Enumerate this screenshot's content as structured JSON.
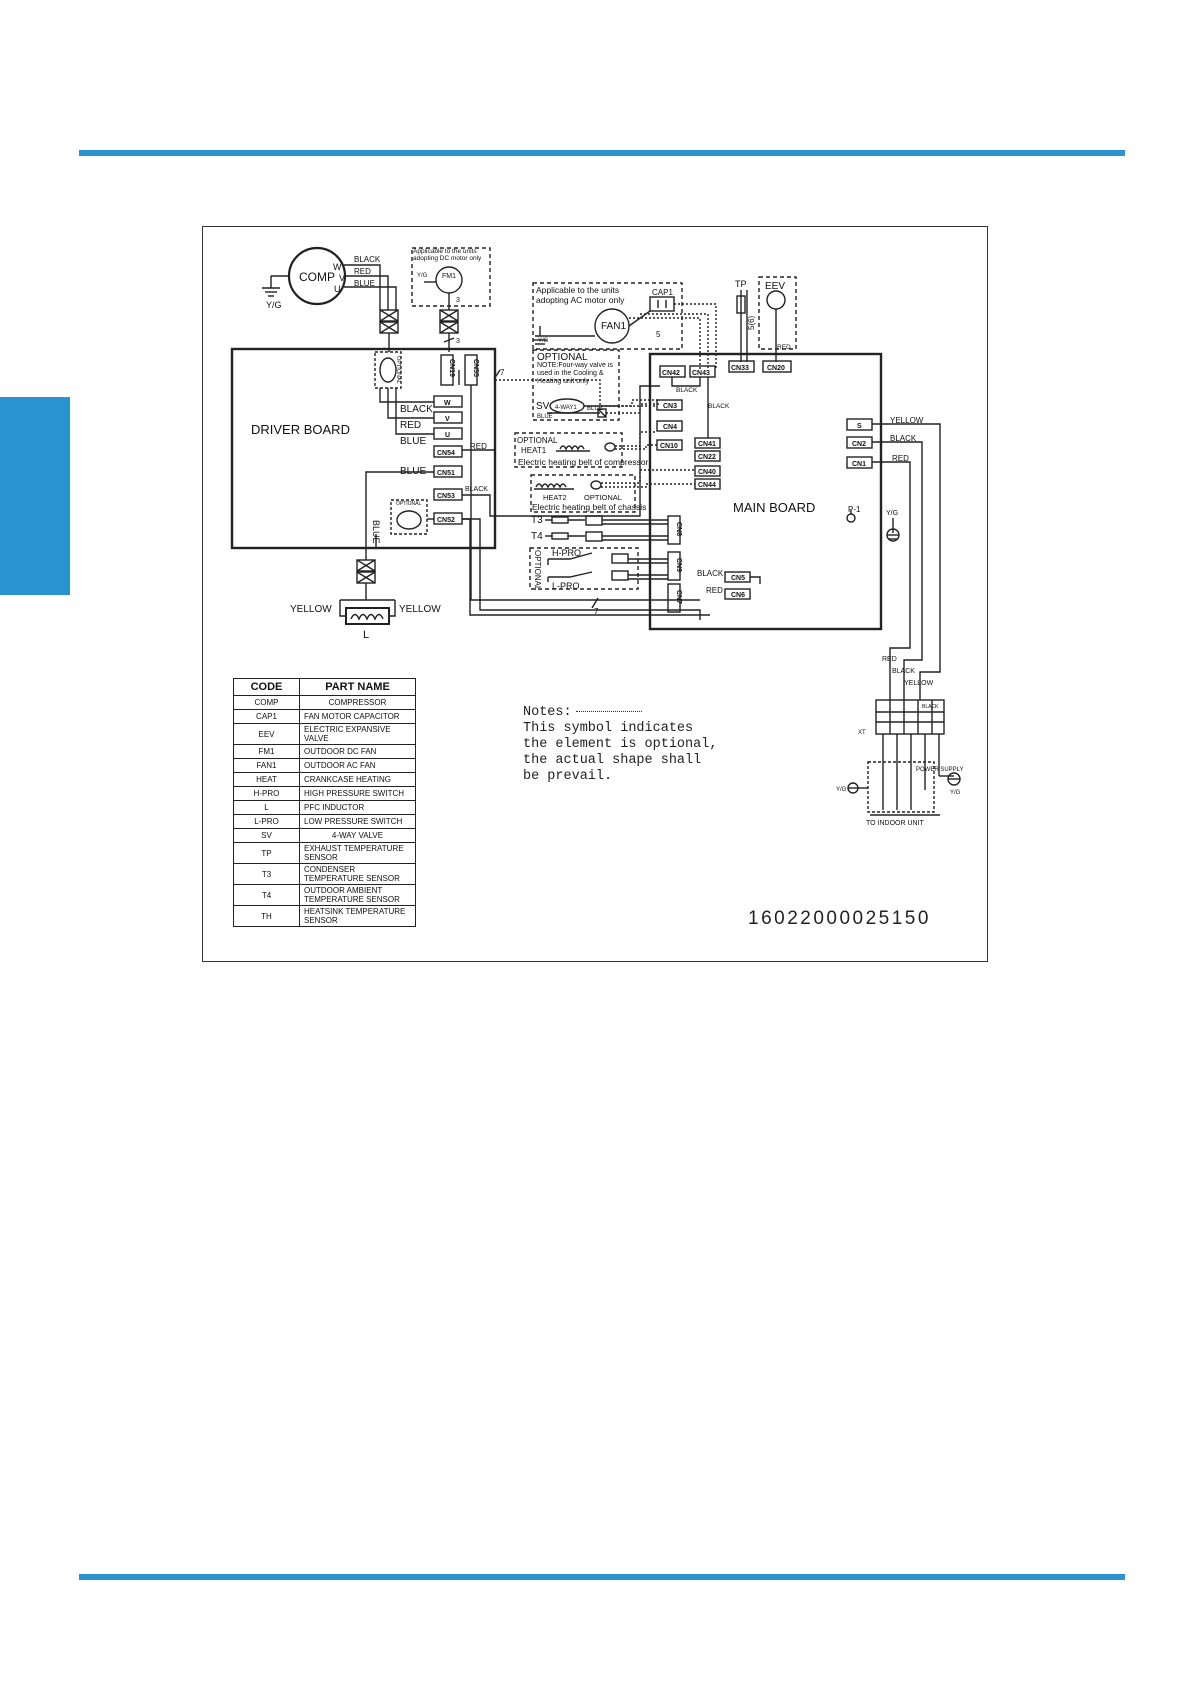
{
  "colors": {
    "accent": "#2b93d1",
    "line": "#222222"
  },
  "components": {
    "comp": {
      "code": "COMP",
      "terminals": [
        "W",
        "V",
        "U"
      ],
      "wires": [
        "BLACK",
        "RED",
        "BLUE"
      ]
    },
    "ground": "Y/G",
    "dc_motor_note": "Applicable to the units adopting DC motor only",
    "fm1": "FM1",
    "ac_motor_note": "Applicable to the units adopting AC motor only",
    "cap1": "CAP1",
    "fan1": "FAN1",
    "optional": "OPTIONAL",
    "four_way_note": "NOTE:Four-way valve is used in the Cooling & Heating unit only",
    "sv": "SV",
    "four_way": "4-WAY1",
    "tp": "TP",
    "eev": "EEV",
    "heat1": "HEAT1",
    "heat1_desc": "Electric heating belt of compressor",
    "heat2": "HEAT2",
    "heat2_desc": "Electric heating belt of chassis",
    "t3": "T3",
    "t4": "T4",
    "hpro": "H-PRO",
    "lpro": "L-PRO",
    "inductor": "L",
    "p1": "P-1",
    "power_supply": "POWER SUPPLY",
    "to_indoor": "TO INDOOR UNIT",
    "xt": "XT"
  },
  "boards": {
    "driver": "DRIVER BOARD",
    "main": "MAIN BOARD"
  },
  "connectors": {
    "driver": [
      "W",
      "V",
      "U",
      "CN54",
      "CN51",
      "CN53",
      "CN52",
      "CN19",
      "CN55"
    ],
    "main": [
      "CN42",
      "CN43",
      "CN33",
      "CN20",
      "CN3",
      "CN4",
      "CN10",
      "CN41",
      "CN22",
      "CN40",
      "CN44",
      "CN8",
      "CN9",
      "CN7",
      "CN5",
      "CN6",
      "S",
      "CN2",
      "CN1"
    ]
  },
  "wire_labels": {
    "black": "BLACK",
    "red": "RED",
    "blue": "BLUE",
    "yellow": "YELLOW",
    "red_short": "RED",
    "black_short": "BLACK",
    "yellow_short": "YELLOW",
    "blue_vert": "BLUE",
    "count7": "7",
    "count3": "3",
    "count5": "5",
    "count56": "5(6)"
  },
  "legend": {
    "headers": [
      "CODE",
      "PART NAME"
    ],
    "rows": [
      [
        "COMP",
        "COMPRESSOR"
      ],
      [
        "CAP1",
        "FAN MOTOR CAPACITOR"
      ],
      [
        "EEV",
        "ELECTRIC EXPANSIVE VALVE"
      ],
      [
        "FM1",
        "OUTDOOR DC FAN"
      ],
      [
        "FAN1",
        "OUTDOOR AC FAN"
      ],
      [
        "HEAT",
        "CRANKCASE HEATING"
      ],
      [
        "H-PRO",
        "HIGH PRESSURE SWITCH"
      ],
      [
        "L",
        "PFC INDUCTOR"
      ],
      [
        "L-PRO",
        "LOW PRESSURE SWITCH"
      ],
      [
        "SV",
        "4-WAY VALVE"
      ],
      [
        "TP",
        "EXHAUST TEMPERATURE SENSOR"
      ],
      [
        "T3",
        "CONDENSER TEMPERATURE SENSOR"
      ],
      [
        "T4",
        "OUTDOOR AMBIENT TEMPERATURE SENSOR"
      ],
      [
        "TH",
        "HEATSINK TEMPERATURE SENSOR"
      ]
    ]
  },
  "notes": {
    "title": "Notes:",
    "lines": [
      "This symbol indicates",
      "the element is optional,",
      "the actual shape shall",
      "be prevail."
    ]
  },
  "drawing_number": "16022000025150"
}
